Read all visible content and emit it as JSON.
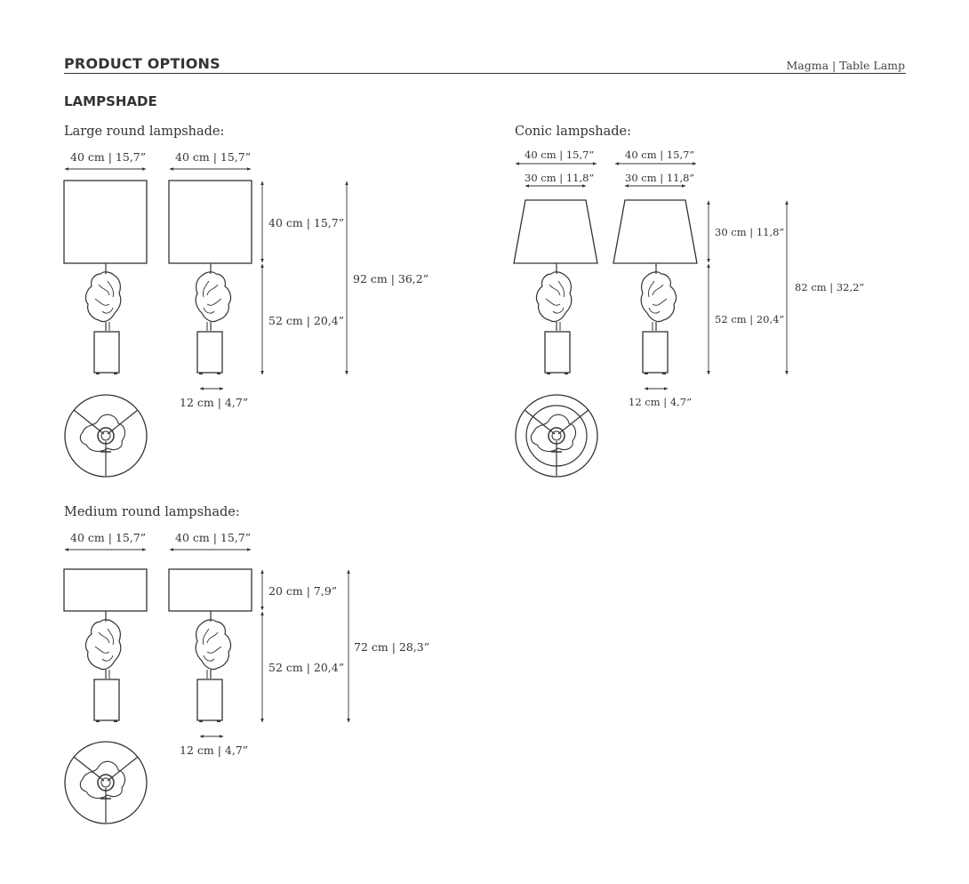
{
  "header": {
    "title": "PRODUCT OPTIONS",
    "brand": "Magma | Table Lamp"
  },
  "section": {
    "title": "LAMPSHADE"
  },
  "large": {
    "title": "Large round lampshade:",
    "width_front": "40 cm | 15,7”",
    "width_side": "40 cm | 15,7”",
    "shade_height": "40 cm | 15,7”",
    "base_height": "52 cm | 20,4”",
    "total_height": "92 cm | 36,2”",
    "base_width": "12 cm | 4,7”"
  },
  "conic": {
    "title": "Conic lampshade:",
    "bottom_front": "40 cm | 15,7”",
    "top_front": "30 cm | 11,8”",
    "bottom_side": "40 cm | 15,7”",
    "top_side": "30 cm | 11,8”",
    "shade_height": "30 cm | 11,8”",
    "base_height": "52 cm | 20,4”",
    "total_height": "82 cm | 32,2”",
    "base_width": "12 cm | 4,7”"
  },
  "medium": {
    "title": "Medium round lampshade:",
    "width_front": "40 cm | 15,7”",
    "width_side": "40 cm | 15,7”",
    "shade_height": "20 cm | 7,9”",
    "base_height": "52 cm | 20,4”",
    "total_height": "72 cm | 28,3”",
    "base_width": "12 cm | 4,7”"
  },
  "colors": {
    "line": "#333333",
    "text": "#333333"
  }
}
